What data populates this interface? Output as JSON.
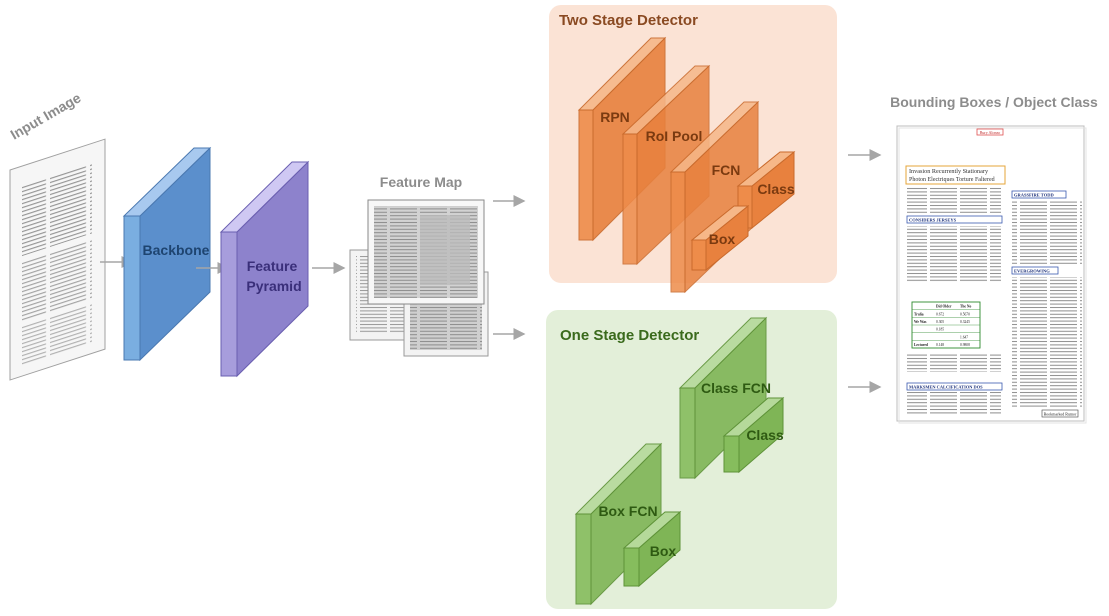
{
  "colors": {
    "backbone": "#7aaee0",
    "pyramid": "#a79ddc",
    "two_stage_bg": "#fbe3d5",
    "one_stage_bg": "#e3efd9",
    "orange_box": "#ee8c4a",
    "green_box": "#86bd5d",
    "two_stage_title": "#8a4a22",
    "one_stage_title": "#3a6a1c",
    "arrow": "#a6a6a6"
  },
  "labels": {
    "input_image": "Input Image",
    "backbone": "Backbone",
    "feature_pyramid_1": "Feature",
    "feature_pyramid_2": "Pyramid",
    "feature_map": "Feature Map",
    "output_title": "Bounding Boxes / Object Class"
  },
  "two_stage": {
    "title": "Two Stage Detector",
    "rpn": "RPN",
    "roi_pool": "RoI Pool",
    "fcn": "FCN",
    "class": "Class",
    "box": "Box"
  },
  "one_stage": {
    "title": "One Stage Detector",
    "class_fcn": "Class FCN",
    "class": "Class",
    "box_fcn": "Box FCN",
    "box": "Box"
  },
  "output_document": {
    "header_tag": "Bury Alonzo",
    "title_line1": "Invasion Recurrently Stationary",
    "title_line2": "Photon Electriques Torture Faltered",
    "section_1": "CONSIDERS JERSEYS",
    "section_2": "GRASSFIRE TODD",
    "section_3": "EVERGROWING",
    "section_4": "MARKSMEN CALCIFICATION DOS",
    "table_headers": [
      "",
      "Did Older",
      "The No"
    ],
    "table_rows": [
      [
        "Trulia",
        "0.672",
        "0.5670"
      ],
      [
        "We Was",
        "0.305",
        "0.3245"
      ],
      [
        "",
        "0.185",
        ""
      ],
      [
        "",
        "",
        "1.647"
      ],
      [
        "Lectured",
        "0.148",
        "0.9808"
      ]
    ],
    "footer_tag": "Bookmarked Rumor"
  }
}
